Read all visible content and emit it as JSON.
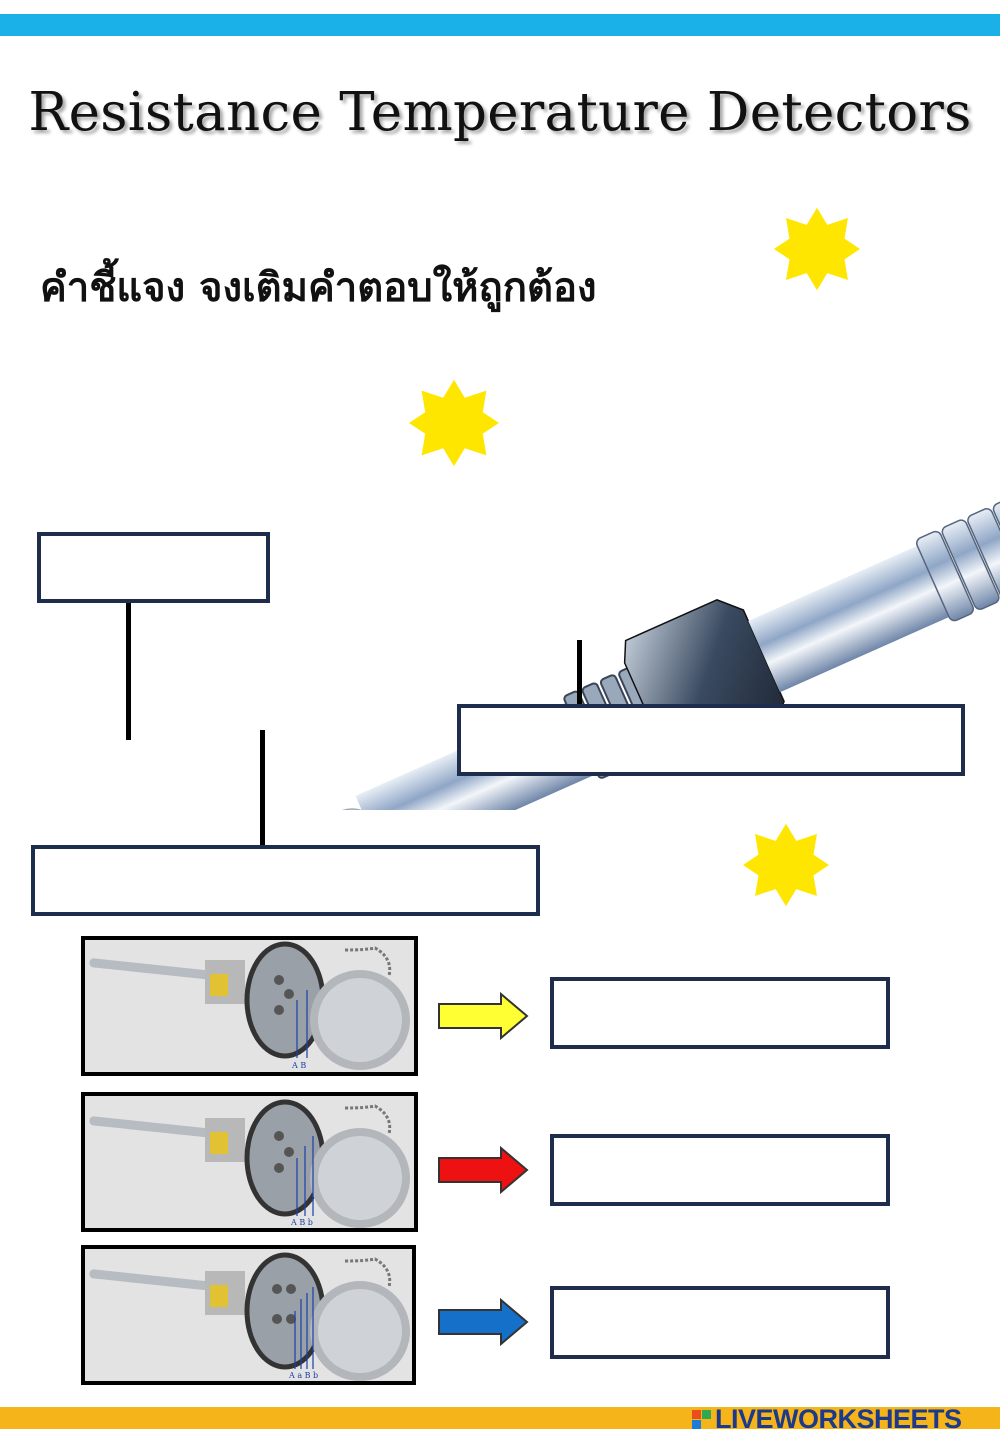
{
  "title": "Resistance Temperature Detectors",
  "instruction": "คำชี้แจง จงเติมคำตอบให้ถูกต้อง",
  "colors": {
    "top_bar": "#1ab0e8",
    "bottom_bar": "#f5b41a",
    "star": "#ffe600",
    "box_border": "#1f2d4d",
    "arrow_yellow": "#ffff33",
    "arrow_red": "#ee1111",
    "arrow_blue": "#1570c9"
  },
  "answer_boxes": [
    {
      "id": "sensing-element",
      "value": ""
    },
    {
      "id": "connection-head",
      "value": ""
    },
    {
      "id": "sheath",
      "value": ""
    },
    {
      "id": "wiring-2",
      "value": ""
    },
    {
      "id": "wiring-3",
      "value": ""
    },
    {
      "id": "wiring-4",
      "value": ""
    }
  ],
  "photos": [
    {
      "icon": "rtd-head-2wire-photo",
      "terminal_labels": "A B"
    },
    {
      "icon": "rtd-head-3wire-photo",
      "terminal_labels": "A B b"
    },
    {
      "icon": "rtd-head-4wire-photo",
      "terminal_labels": "A a B b"
    }
  ],
  "branding": {
    "logo_text": "LIVEWORKSHEETS"
  }
}
